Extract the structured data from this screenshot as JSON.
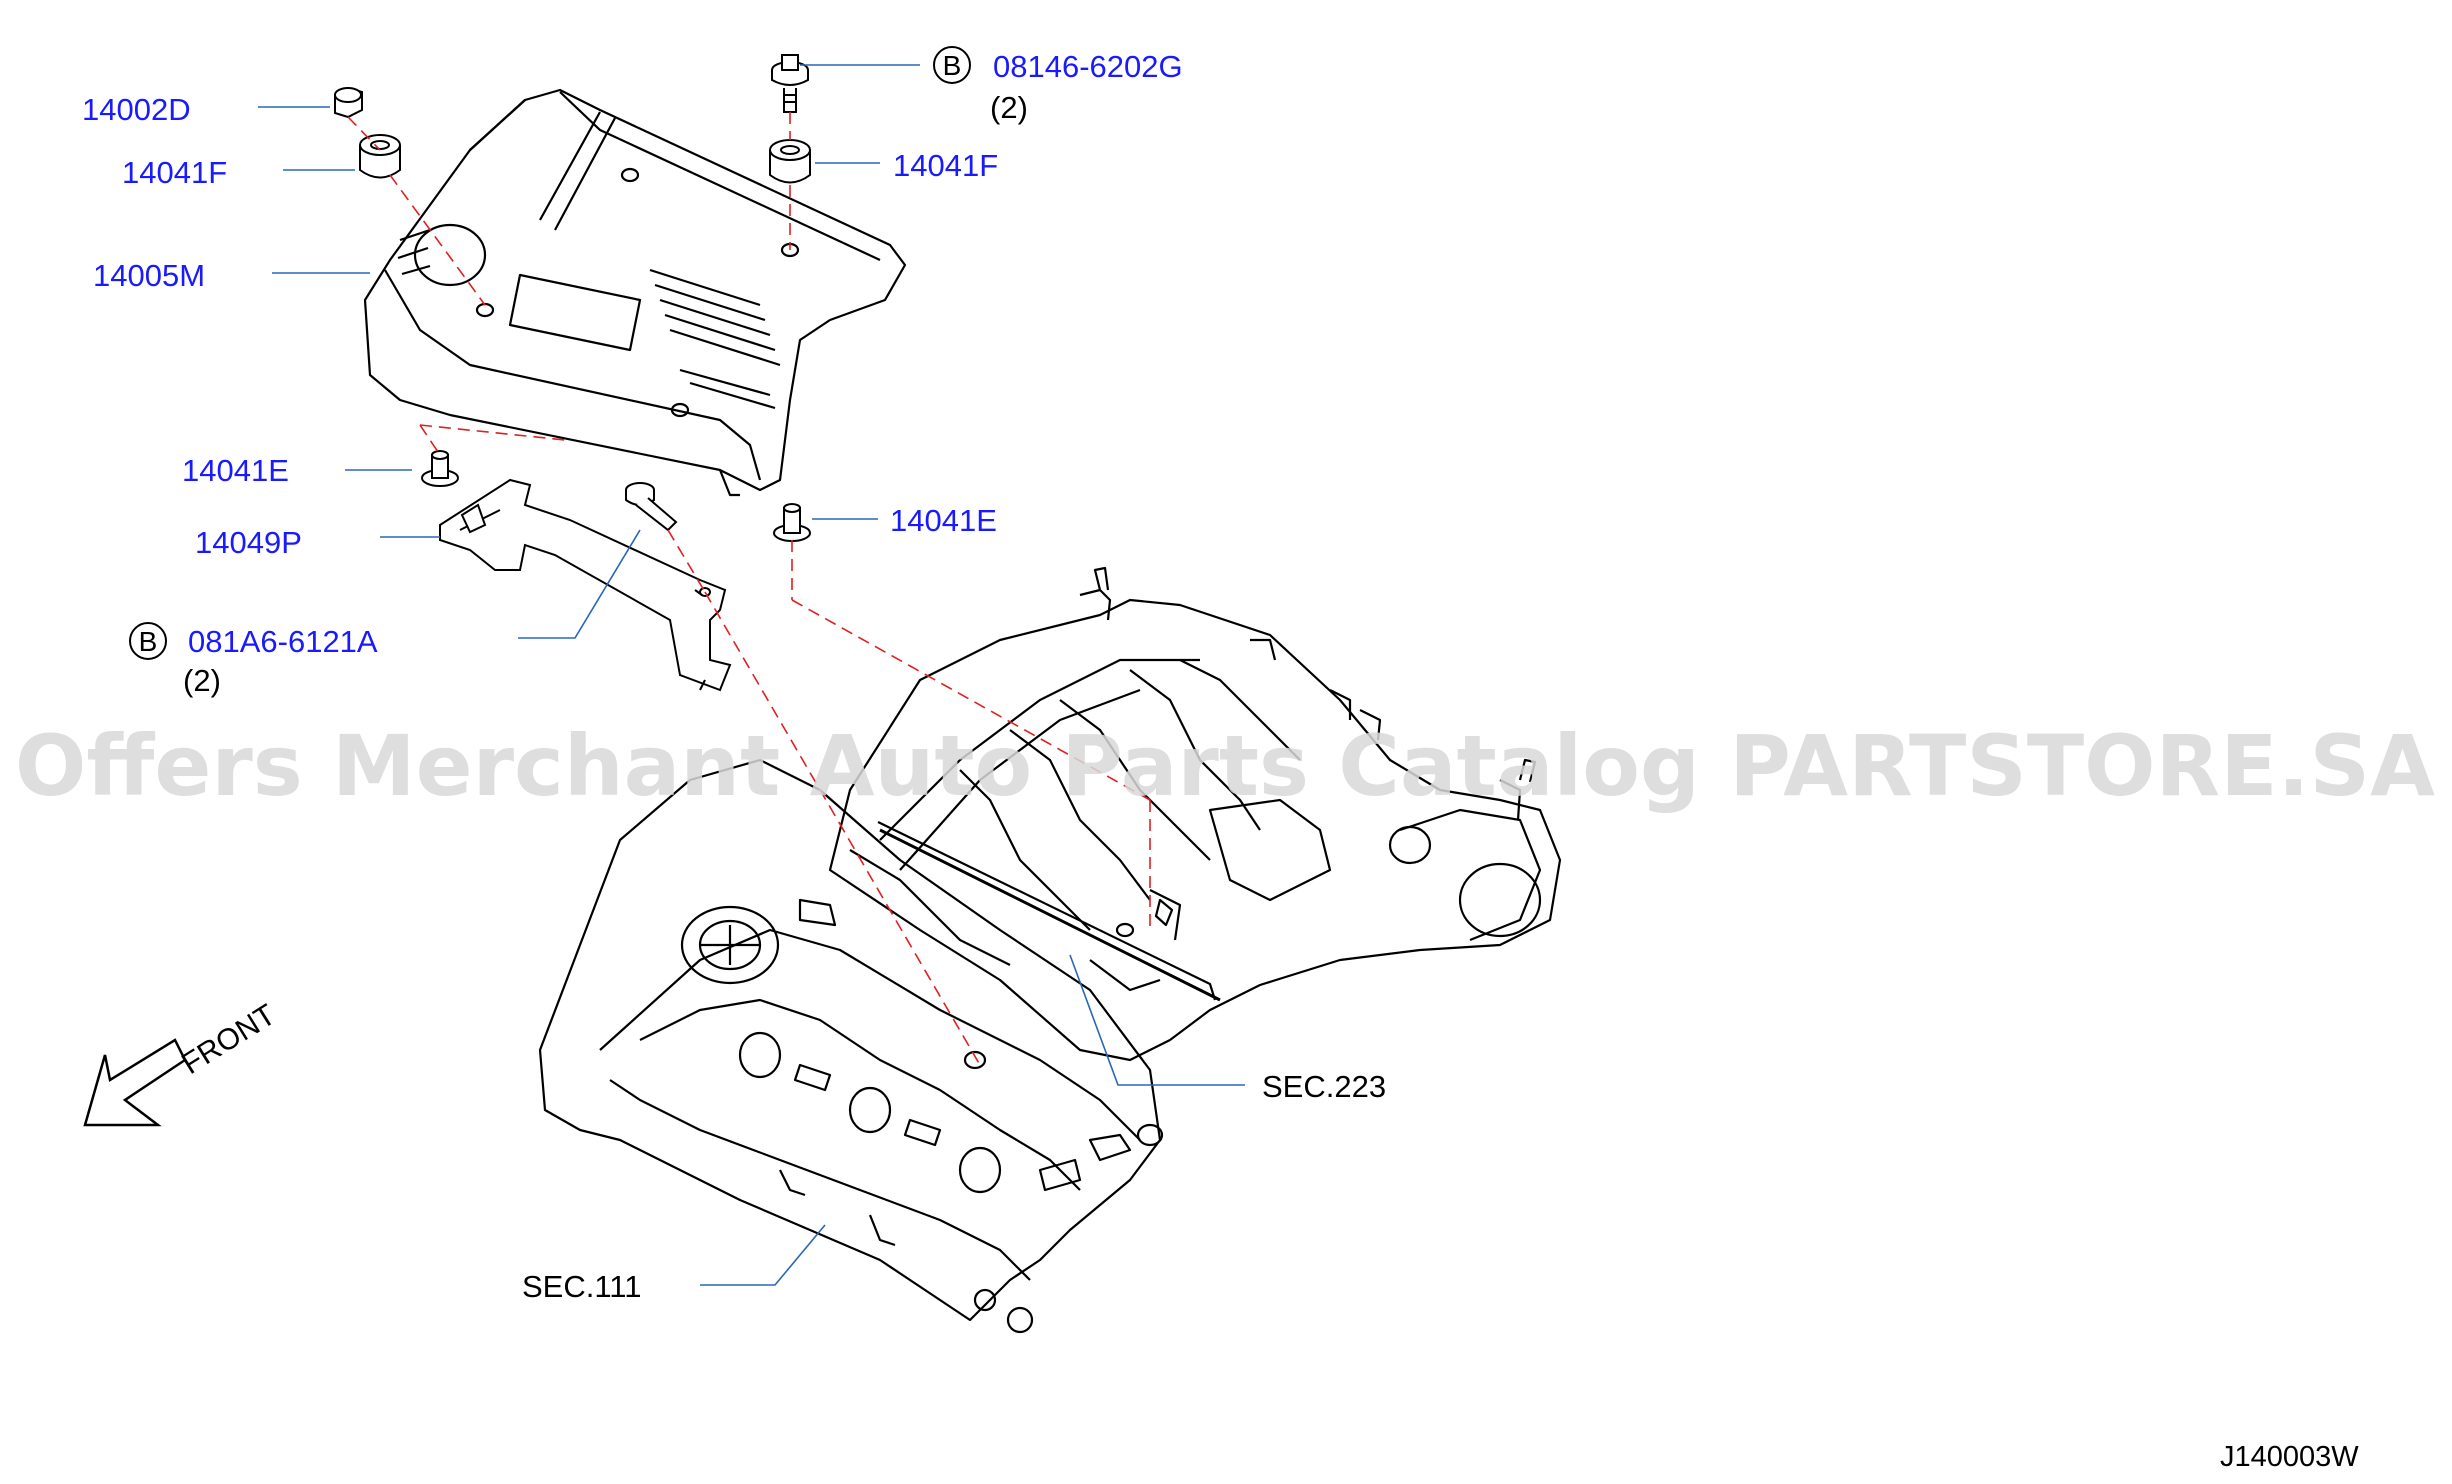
{
  "diagram_id": "J140003W",
  "watermark": "Offers Merchant Auto Parts Catalog PARTSTORE.SA",
  "front_label": "FRONT",
  "callouts": [
    {
      "id": "p14002D",
      "text": "14002D"
    },
    {
      "id": "p14041F_left",
      "text": "14041F"
    },
    {
      "id": "p14005M",
      "text": "14005M"
    },
    {
      "id": "p14041E_left",
      "text": "14041E"
    },
    {
      "id": "p14049P",
      "text": "14049P"
    },
    {
      "id": "p081A6",
      "text": "081A6-6121A",
      "badge": "B",
      "qty": "(2)"
    },
    {
      "id": "p08146",
      "text": "08146-6202G",
      "badge": "B",
      "qty": "(2)"
    },
    {
      "id": "p14041F_right",
      "text": "14041F"
    },
    {
      "id": "p14041E_right",
      "text": "14041E"
    },
    {
      "id": "sec223",
      "text": "SEC.223"
    },
    {
      "id": "sec111",
      "text": "SEC.111"
    }
  ],
  "colors": {
    "part_link": "#1a1aff",
    "leader": "#2a66b8",
    "drawing": "#000000",
    "dashed": "#e02020",
    "watermark": "#d9d9d9"
  }
}
